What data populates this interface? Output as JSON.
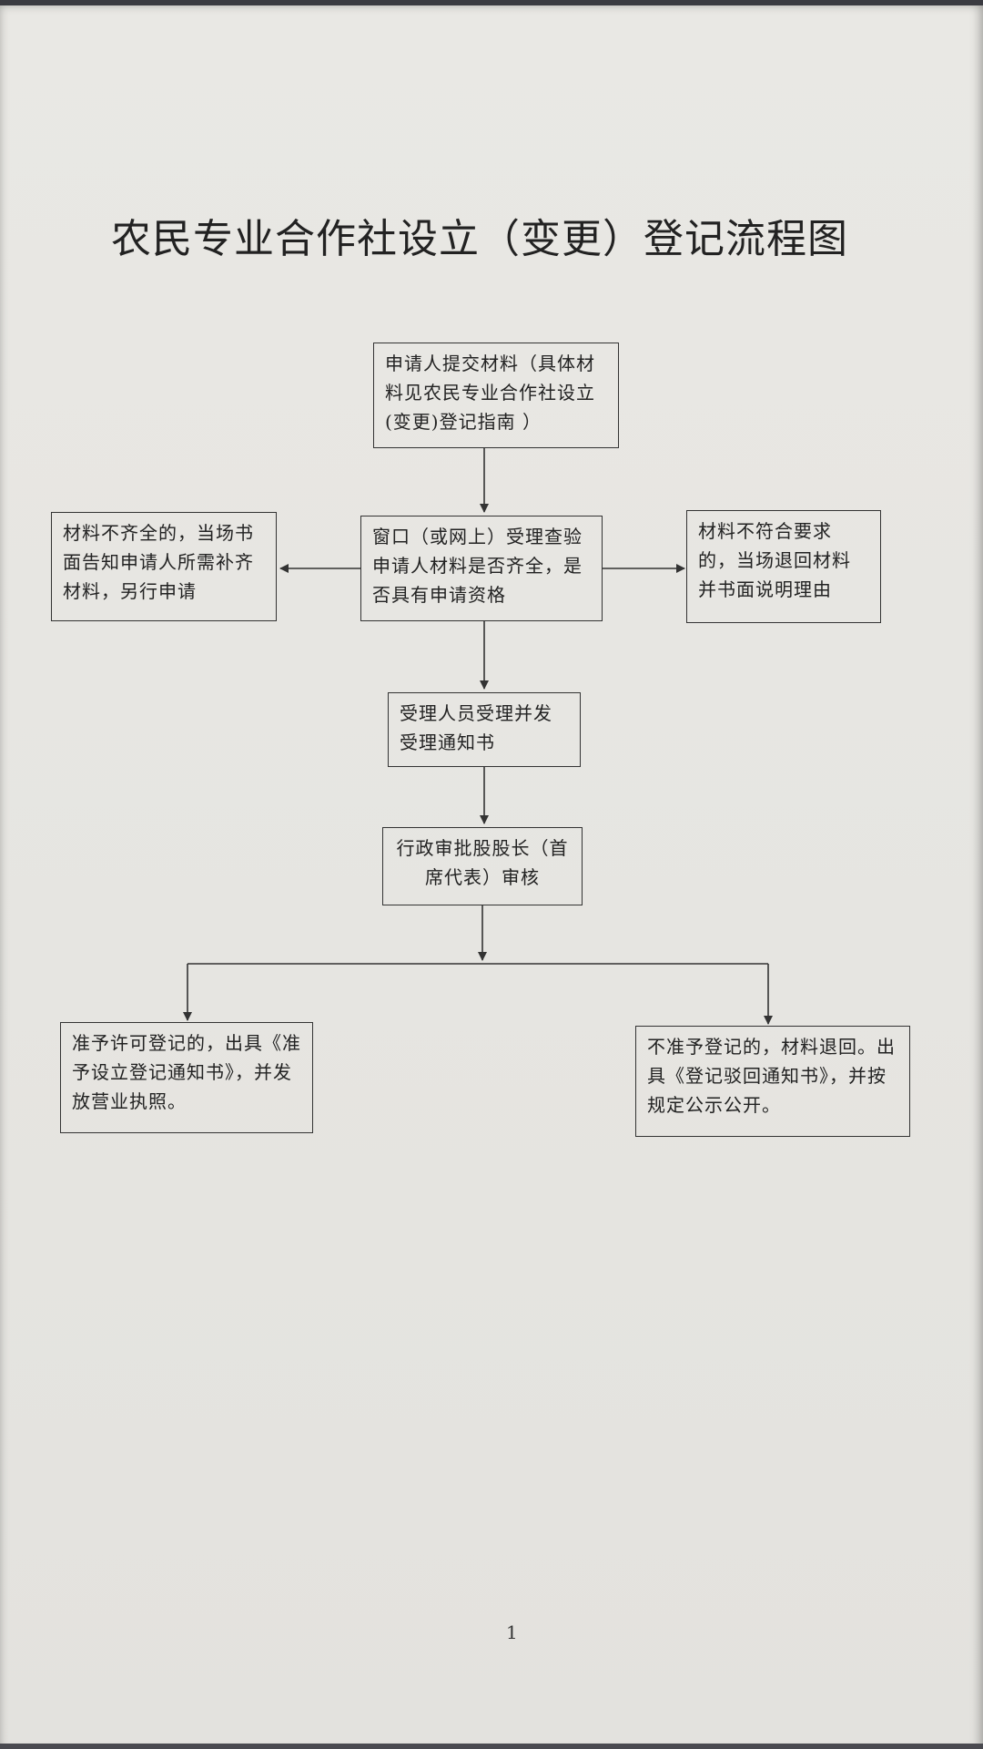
{
  "title": "农民专业合作社设立（变更）登记流程图",
  "steps": {
    "submit": "申请人提交材料（具体材料见农民专业合作社设立(变更)登记指南 ）",
    "window_review": "窗口（或网上）受理查验申请人材料是否齐全，是否具有申请资格",
    "incomplete": "材料不齐全的，当场书面告知申请人所需补齐材料，另行申请",
    "noncompliant": "材料不符合要求的，当场退回材料并书面说明理由",
    "accept": "受理人员受理并发受理通知书",
    "approval": "行政审批股股长（首席代表）审核",
    "approved": "准予许可登记的，出具《准予设立登记通知书》，并发放营业执照。",
    "rejected": "不准予登记的，材料退回。出具《登记驳回通知书》，并按规定公示公开。"
  },
  "page_number": "1"
}
